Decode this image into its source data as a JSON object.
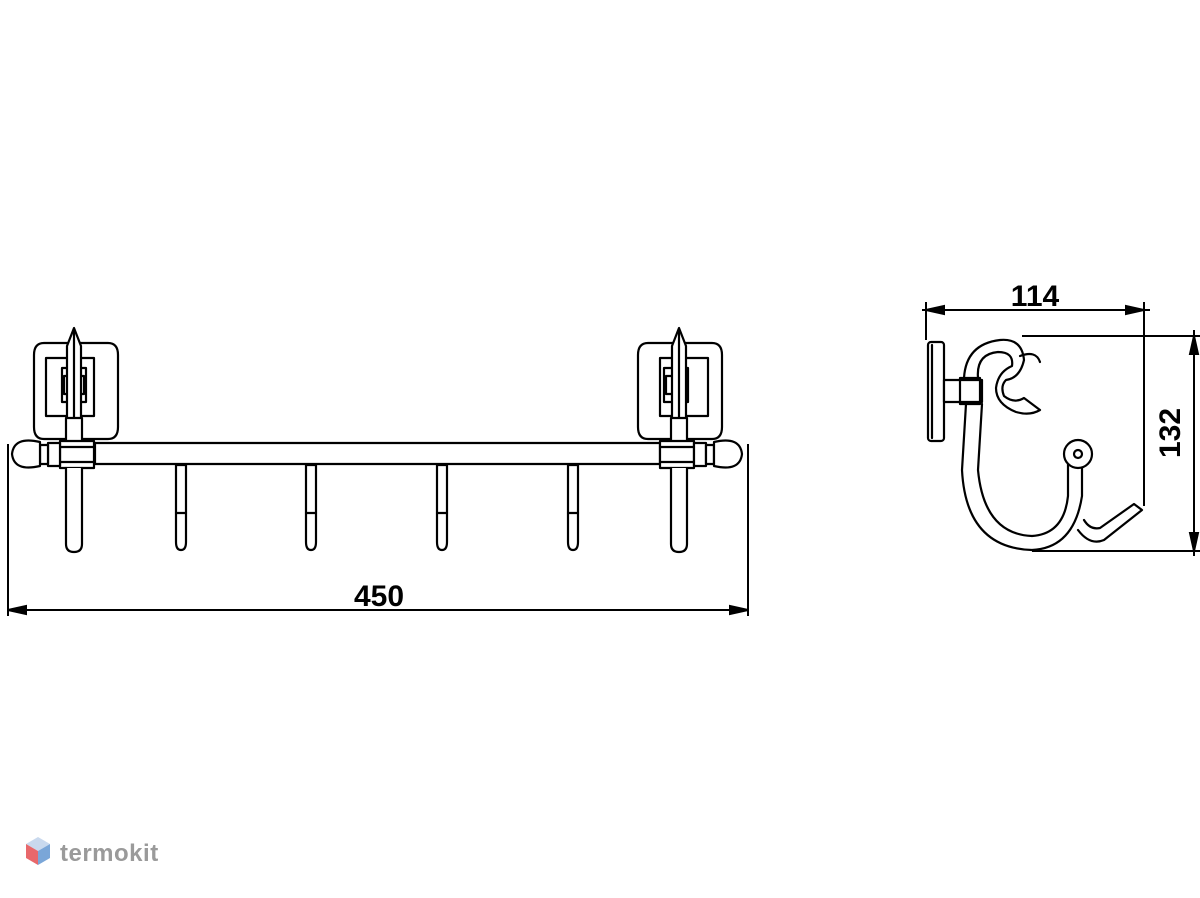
{
  "dimensions": {
    "overall_width": "450",
    "depth": "114",
    "height": "132"
  },
  "watermark": {
    "text": "termokit",
    "icon": "cube-logo-icon",
    "text_color": "#9a9a9a",
    "icon_colors": [
      "#e8686b",
      "#7aa6d8",
      "#c9d9ee"
    ]
  },
  "views": {
    "front": {
      "hook_count": 4
    }
  },
  "colors": {
    "line": "#000000",
    "background": "#ffffff"
  }
}
